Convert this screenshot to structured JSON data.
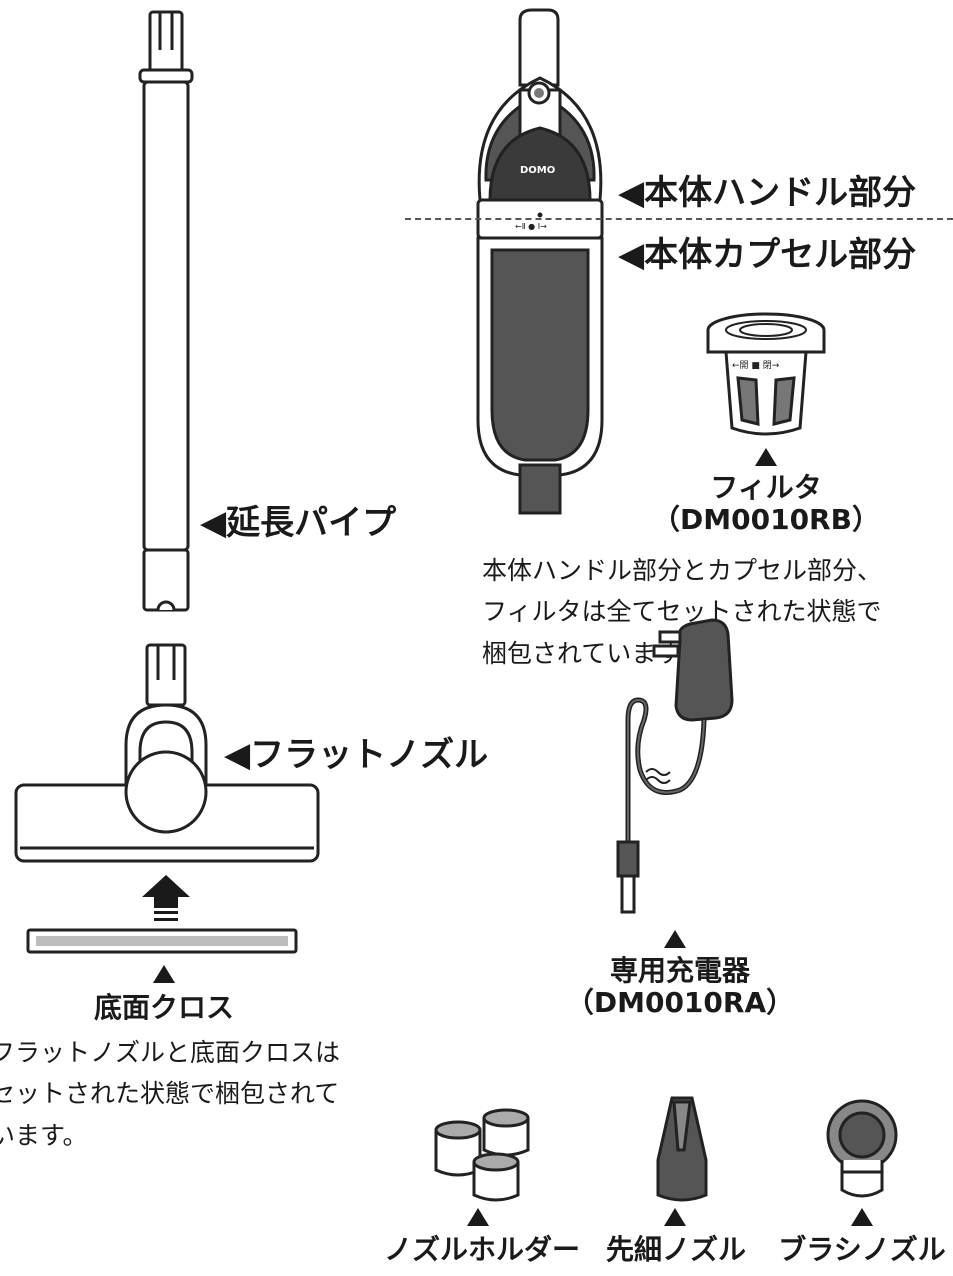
{
  "labels": {
    "handle": "◀本体ハンドル部分",
    "capsule": "◀本体カプセル部分",
    "pipe": "◀延長パイプ",
    "flat_nozzle": "◀フラットノズル"
  },
  "filter": {
    "name": "フィルタ",
    "model": "（DM0010RB）",
    "dial_text": "←開 ■ 閉→"
  },
  "charger": {
    "name": "専用充電器",
    "model": "（DM0010RA）"
  },
  "cloth": {
    "name": "底面クロス"
  },
  "body_note": [
    "本体ハンドル部分とカプセル部分、",
    "フィルタは全てセットされた状態で",
    "梱包されています。"
  ],
  "nozzle_note": [
    "フラットノズルと底面クロスは",
    "セットされた状態で梱包されて",
    "います。"
  ],
  "accessories": {
    "holder": "ノズルホルダー",
    "crevice": "先細ノズル",
    "brush": "ブラシノズル"
  },
  "brand": {
    "logo": "DOMO",
    "switch_text": "←Ⅱ ● Ⅰ→"
  }
}
